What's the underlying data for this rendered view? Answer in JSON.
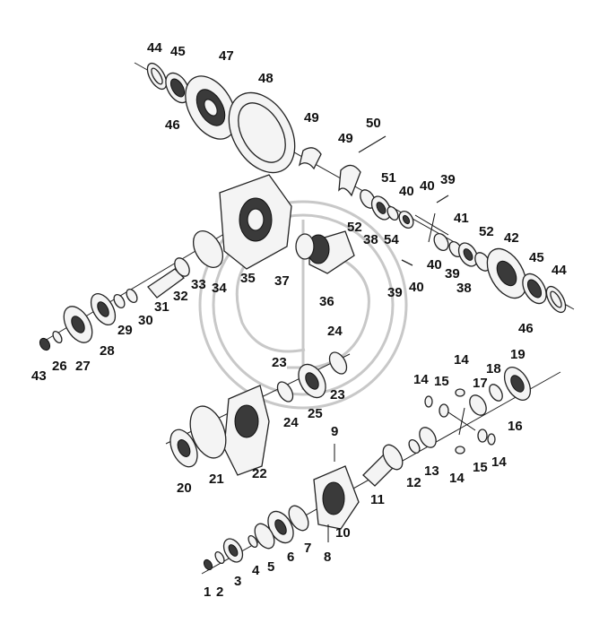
{
  "labels": {
    "l1": "1",
    "l2": "2",
    "l3": "3",
    "l4": "4",
    "l5": "5",
    "l6": "6",
    "l7": "7",
    "l8": "8",
    "l9": "9",
    "l10": "10",
    "l11": "11",
    "l12": "12",
    "l13": "13",
    "l14a": "14",
    "l14b": "14",
    "l14c": "14",
    "l14d": "14",
    "l15a": "15",
    "l15b": "15",
    "l16": "16",
    "l17": "17",
    "l18": "18",
    "l19": "19",
    "l20": "20",
    "l21": "21",
    "l22": "22",
    "l23a": "23",
    "l23b": "23",
    "l24a": "24",
    "l24b": "24",
    "l25": "25",
    "l26": "26",
    "l27": "27",
    "l28": "28",
    "l29": "29",
    "l30": "30",
    "l31": "31",
    "l32": "32",
    "l33": "33",
    "l34": "34",
    "l35": "35",
    "l36": "36",
    "l37": "37",
    "l38a": "38",
    "l38b": "38",
    "l39a": "39",
    "l39b": "39",
    "l39c": "39",
    "l40a": "40",
    "l40b": "40",
    "l40c": "40",
    "l40d": "40",
    "l41": "41",
    "l42": "42",
    "l43": "43",
    "l44a": "44",
    "l44b": "44",
    "l45a": "45",
    "l45b": "45",
    "l46a": "46",
    "l46b": "46",
    "l47": "47",
    "l48": "48",
    "l49a": "49",
    "l49b": "49",
    "l50": "50",
    "l51": "51",
    "l52a": "52",
    "l52b": "52",
    "l54": "54"
  },
  "watermark": {
    "color": "#c8c8c8"
  }
}
